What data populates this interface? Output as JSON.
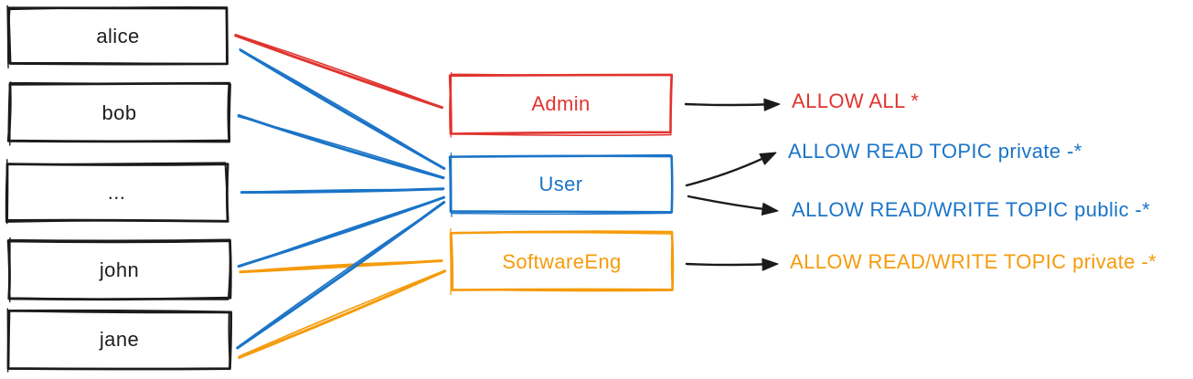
{
  "diagram": {
    "ink_color": "#1b1b1b",
    "users": [
      {
        "id": "alice",
        "label": "alice"
      },
      {
        "id": "bob",
        "label": "bob"
      },
      {
        "id": "dots",
        "label": "..."
      },
      {
        "id": "john",
        "label": "john"
      },
      {
        "id": "jane",
        "label": "jane"
      }
    ],
    "roles": [
      {
        "id": "Admin",
        "label": "Admin",
        "color": "#e0342f"
      },
      {
        "id": "User",
        "label": "User",
        "color": "#1b74c7"
      },
      {
        "id": "SoftwareEng",
        "label": "SoftwareEng",
        "color": "#f59b0b"
      }
    ],
    "permissions": [
      {
        "id": "p1",
        "text": "ALLOW ALL *",
        "color": "#e0342f"
      },
      {
        "id": "p2",
        "text": "ALLOW READ TOPIC private -*",
        "color": "#1b74c7"
      },
      {
        "id": "p3",
        "text": "ALLOW READ/WRITE TOPIC public -*",
        "color": "#1b74c7"
      },
      {
        "id": "p4",
        "text": "ALLOW READ/WRITE TOPIC private -*",
        "color": "#f59b0b"
      }
    ],
    "assignments": [
      {
        "from": "alice",
        "to": "Admin",
        "color": "#e0342f"
      },
      {
        "from": "alice",
        "to": "User",
        "color": "#1b74c7"
      },
      {
        "from": "bob",
        "to": "User",
        "color": "#1b74c7"
      },
      {
        "from": "dots",
        "to": "User",
        "color": "#1b74c7"
      },
      {
        "from": "john",
        "to": "User",
        "color": "#1b74c7"
      },
      {
        "from": "john",
        "to": "SoftwareEng",
        "color": "#f59b0b"
      },
      {
        "from": "jane",
        "to": "User",
        "color": "#1b74c7"
      },
      {
        "from": "jane",
        "to": "SoftwareEng",
        "color": "#f59b0b"
      }
    ],
    "grants": [
      {
        "from": "Admin",
        "to": "p1"
      },
      {
        "from": "User",
        "to": "p2"
      },
      {
        "from": "User",
        "to": "p3"
      },
      {
        "from": "SoftwareEng",
        "to": "p4"
      }
    ]
  }
}
